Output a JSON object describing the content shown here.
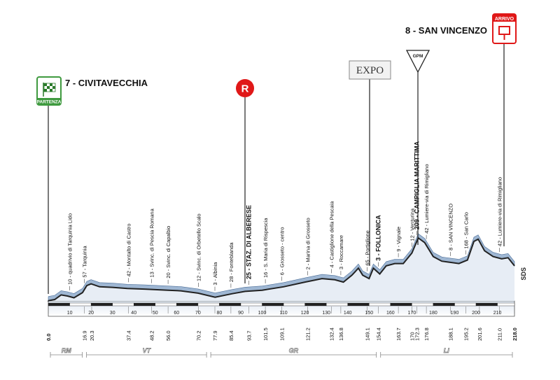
{
  "start": {
    "number": "7",
    "name": "CIVITAVECCHIA",
    "badge": "PARTENZA"
  },
  "finish": {
    "number": "8",
    "name": "SAN VINCENZO",
    "badge": "ARRIVO"
  },
  "markers": {
    "refreshment": "R",
    "expo": "EXPO",
    "gpm": "GPM"
  },
  "finish_code": "SDS",
  "places": [
    {
      "km": 10.0,
      "label": "10 - quadrivio di Tarquinia Lido"
    },
    {
      "km": 16.9,
      "label": "57 - Tarquinia"
    },
    {
      "km": 37.4,
      "label": "42 - Montalto di Castro"
    },
    {
      "km": 48.2,
      "label": "13 - Svinc. di Pescia Romana"
    },
    {
      "km": 56.0,
      "label": "20 - Svinc. di Capalbio"
    },
    {
      "km": 70.2,
      "label": "12 - Svinc. di Orbetello Scalo"
    },
    {
      "km": 77.9,
      "label": "3 - Albinia"
    },
    {
      "km": 85.4,
      "label": "28 - Fonteblanda"
    },
    {
      "km": 93.7,
      "label": "25 - STAZ. DI ALBERESE",
      "bold": true
    },
    {
      "km": 101.5,
      "label": "16 - S. Maria di Rispescia"
    },
    {
      "km": 109.1,
      "label": "6 - Grosseto - centro"
    },
    {
      "km": 121.2,
      "label": "2 - Marina di Grosseto"
    },
    {
      "km": 132.4,
      "label": "4 - Castiglione della Pescaia"
    },
    {
      "km": 136.8,
      "label": "3 - Roccamare"
    },
    {
      "km": 149.1,
      "label": "65 - Portiglione"
    },
    {
      "km": 154.4,
      "label": "3 - FOLLONICA",
      "bold": true
    },
    {
      "km": 163.7,
      "label": "9 - Vignale"
    },
    {
      "km": 170.0,
      "label": "12 - Venturina"
    },
    {
      "km": 172.3,
      "label": "209 - CAMPIGLIA MARITTIMA",
      "bold": true
    },
    {
      "km": 176.8,
      "label": "42 - Lumiere-via di Rimigliano"
    },
    {
      "km": 188.1,
      "label": "8 - SAN VINCENZO"
    },
    {
      "km": 195.2,
      "label": "168 - San Carlo"
    },
    {
      "km": 211.0,
      "label": "42 - Lumiere-via di Rimigliano"
    }
  ],
  "km_labels": [
    "0.0",
    "16.9",
    "20.3",
    "37.4",
    "48.2",
    "56.0",
    "70.2",
    "77.9",
    "85.4",
    "93.7",
    "101.5",
    "109.1",
    "121.2",
    "132.4",
    "136.8",
    "149.1",
    "154.4",
    "163.7",
    "170",
    "172.3",
    "176.8",
    "188.1",
    "195.2",
    "201.6",
    "211.0",
    "218.0"
  ],
  "km_ticks": [
    "10",
    "20",
    "30",
    "40",
    "50",
    "60",
    "70",
    "80",
    "90",
    "100",
    "110",
    "120",
    "130",
    "140",
    "150",
    "160",
    "170",
    "180",
    "190",
    "200",
    "210"
  ],
  "provinces": [
    "RM",
    "VT",
    "GR",
    "LI"
  ],
  "profile": [
    {
      "km": 0,
      "alt": 4
    },
    {
      "km": 3,
      "alt": 6
    },
    {
      "km": 6,
      "alt": 14
    },
    {
      "km": 9,
      "alt": 12
    },
    {
      "km": 12,
      "alt": 9
    },
    {
      "km": 16,
      "alt": 18
    },
    {
      "km": 18,
      "alt": 30
    },
    {
      "km": 20,
      "alt": 33
    },
    {
      "km": 24,
      "alt": 28
    },
    {
      "km": 30,
      "alt": 27
    },
    {
      "km": 37,
      "alt": 25
    },
    {
      "km": 45,
      "alt": 24
    },
    {
      "km": 56,
      "alt": 22
    },
    {
      "km": 62,
      "alt": 21
    },
    {
      "km": 70,
      "alt": 17
    },
    {
      "km": 78,
      "alt": 10
    },
    {
      "km": 86,
      "alt": 16
    },
    {
      "km": 92,
      "alt": 20
    },
    {
      "km": 100,
      "alt": 22
    },
    {
      "km": 110,
      "alt": 28
    },
    {
      "km": 120,
      "alt": 36
    },
    {
      "km": 128,
      "alt": 42
    },
    {
      "km": 134,
      "alt": 40
    },
    {
      "km": 138,
      "alt": 36
    },
    {
      "km": 142,
      "alt": 48
    },
    {
      "km": 145,
      "alt": 60
    },
    {
      "km": 147,
      "alt": 48
    },
    {
      "km": 150,
      "alt": 42
    },
    {
      "km": 152,
      "alt": 60
    },
    {
      "km": 155,
      "alt": 50
    },
    {
      "km": 158,
      "alt": 64
    },
    {
      "km": 162,
      "alt": 68
    },
    {
      "km": 166,
      "alt": 68
    },
    {
      "km": 170,
      "alt": 86
    },
    {
      "km": 173,
      "alt": 112
    },
    {
      "km": 176,
      "alt": 104
    },
    {
      "km": 180,
      "alt": 80
    },
    {
      "km": 184,
      "alt": 72
    },
    {
      "km": 188,
      "alt": 70
    },
    {
      "km": 192,
      "alt": 68
    },
    {
      "km": 196,
      "alt": 74
    },
    {
      "km": 199,
      "alt": 106
    },
    {
      "km": 201,
      "alt": 110
    },
    {
      "km": 204,
      "alt": 90
    },
    {
      "km": 208,
      "alt": 80
    },
    {
      "km": 212,
      "alt": 76
    },
    {
      "km": 215,
      "alt": 78
    },
    {
      "km": 218,
      "alt": 64
    }
  ]
}
